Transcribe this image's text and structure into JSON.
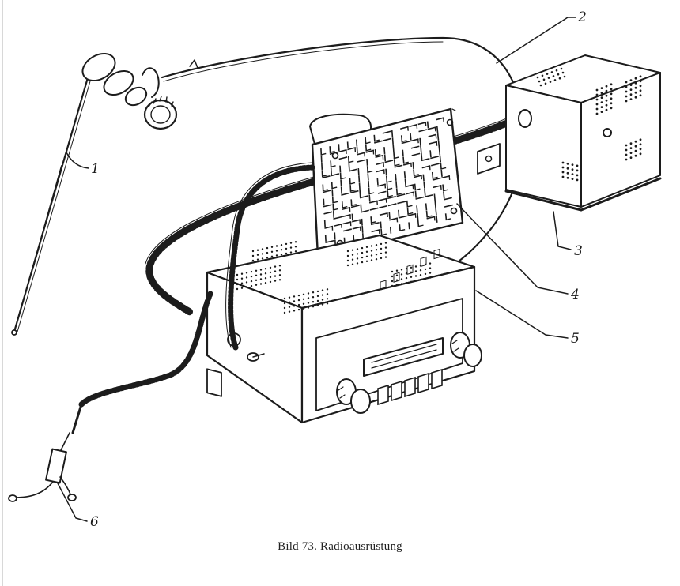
{
  "caption": "Bild 73. Radioausrüstung",
  "callouts": [
    {
      "number": "1",
      "part": "antenna"
    },
    {
      "number": "2",
      "part": "loudspeaker-cable"
    },
    {
      "number": "3",
      "part": "power-supply-box"
    },
    {
      "number": "4",
      "part": "suppression-plate"
    },
    {
      "number": "5",
      "part": "radio-receiver"
    },
    {
      "number": "6",
      "part": "power-lead-with-fuse"
    }
  ],
  "preset_buttons": [
    "",
    "",
    "",
    "",
    ""
  ]
}
